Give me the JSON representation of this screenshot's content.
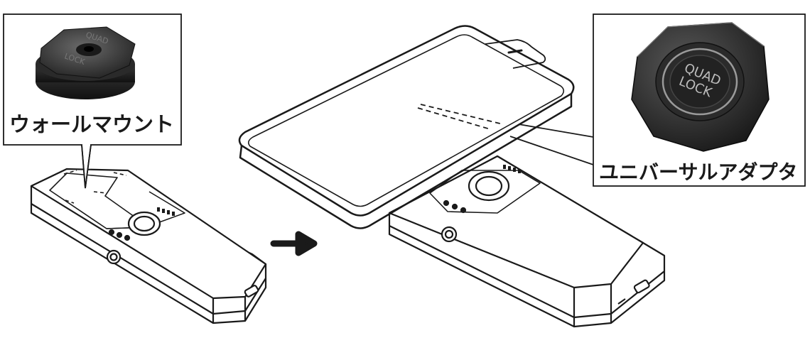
{
  "callouts": {
    "wall_mount": {
      "label": "ウォールマウント",
      "icon": "wall-mount-disc"
    },
    "universal_adapter": {
      "label": "ユニバーサルアダプタ",
      "icon": "quad-lock-adapter"
    }
  },
  "logo": {
    "line1": "QUAD",
    "line2": "LOCK"
  },
  "arrow": {
    "icon": "arrow-right-icon"
  },
  "colors": {
    "line": "#1a1a1a",
    "product_dark": "#2c2c2c",
    "product_mid": "#555555",
    "background": "#ffffff"
  }
}
